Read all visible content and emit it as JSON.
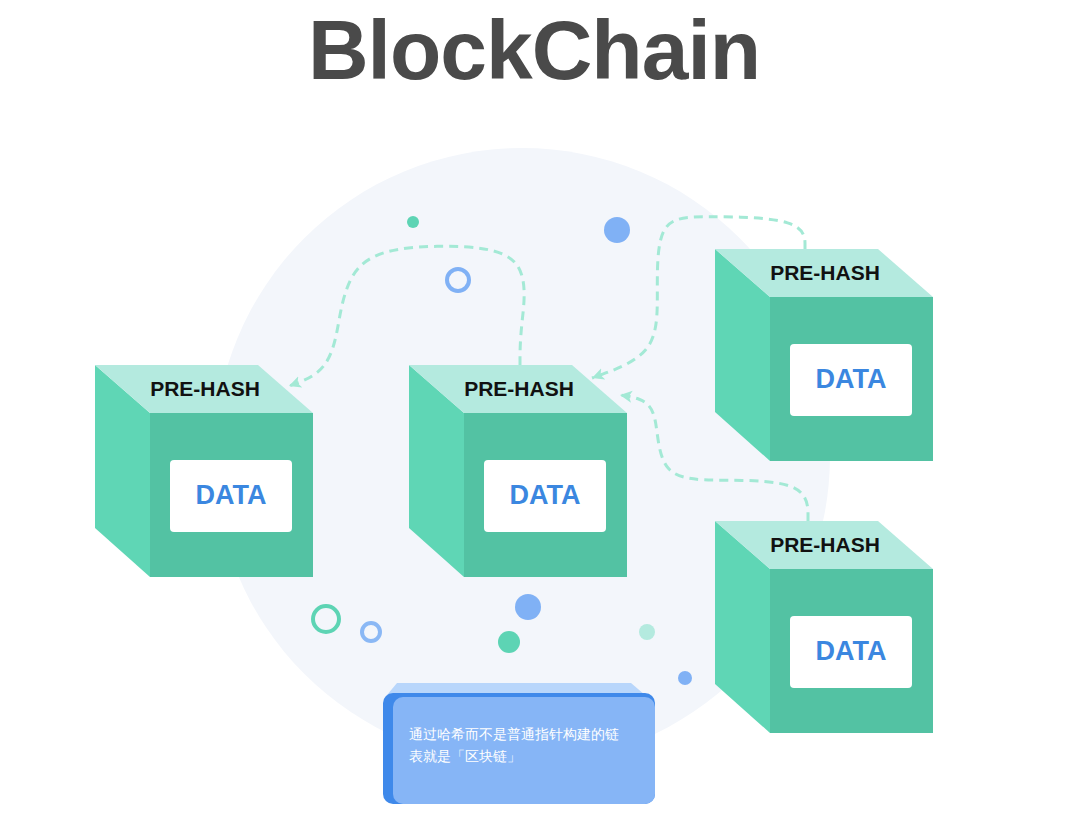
{
  "diagram": {
    "title": "BlockChain",
    "nodes": [
      {
        "text": [
          "PRE-HASH"
        ]
      },
      {
        "text": [
          "DATA"
        ],
        "in": 0
      },
      {
        "text": [
          "PRE-HASH"
        ]
      },
      {
        "text": [
          "DATA"
        ],
        "in": 2
      },
      {
        "text": [
          "PRE-HASH"
        ]
      },
      {
        "text": [
          "DATA"
        ],
        "in": 4
      },
      {
        "text": [
          "PRE-HASH"
        ]
      },
      {
        "text": [
          "DATA"
        ],
        "in": 6
      },
      {
        "text": [
          "通过哈希而不是普通指针构建的链表就是「区块链」"
        ]
      }
    ],
    "edges": [
      {
        "from": 2,
        "to": 0,
        "arrow": "to"
      },
      {
        "from": 4,
        "to": 2,
        "arrow": "to"
      },
      {
        "from": 6,
        "to": 2,
        "arrow": "to"
      }
    ]
  }
}
